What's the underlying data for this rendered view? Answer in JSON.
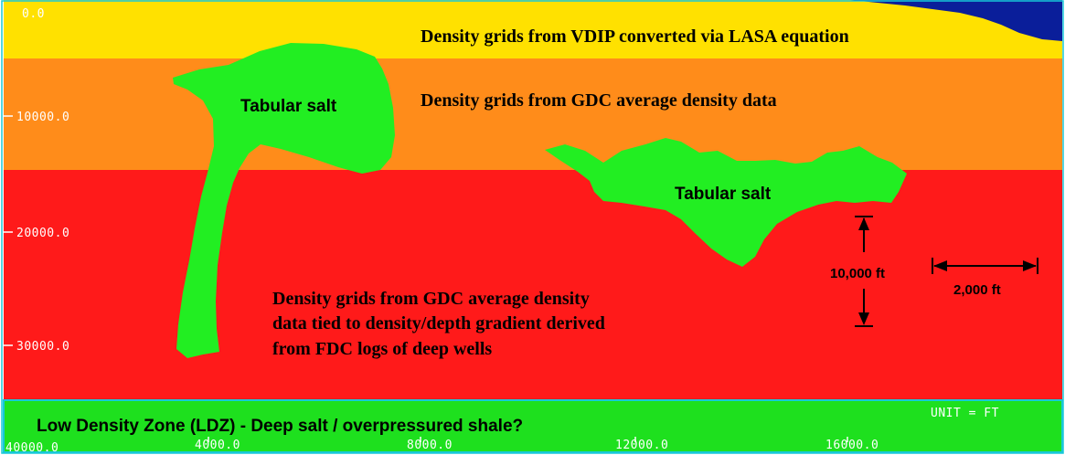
{
  "colors": {
    "yellow_layer": "#FFE100",
    "orange_layer": "#FF8C1A",
    "red_layer": "#FF1A1A",
    "ldz_layer": "#1EE01E",
    "salt": "#22EE22",
    "water": "#0A1E9A",
    "frame": "#18C8D8"
  },
  "top_depth_label": "0.0",
  "depth_ticks": [
    "10000.0",
    "20000.0",
    "30000.0"
  ],
  "x_ticks": [
    "40000.0",
    "4000.0",
    "8000.0",
    "12000.0",
    "16000.0"
  ],
  "legend_fragment": "UNIT = FT",
  "zones": {
    "yellow": "Density grids from VDIP converted via LASA equation",
    "orange": "Density grids from GDC average density data",
    "red_lines": [
      "Density grids from GDC average density",
      "data tied to density/depth gradient derived",
      "from FDC logs of deep wells"
    ],
    "ldz": "Low Density Zone (LDZ) - Deep salt / overpressured shale?"
  },
  "salt_bodies": {
    "left": "Tabular salt",
    "right": "Tabular salt"
  },
  "scales": {
    "vertical": "10,000 ft",
    "horizontal": "2,000 ft"
  }
}
